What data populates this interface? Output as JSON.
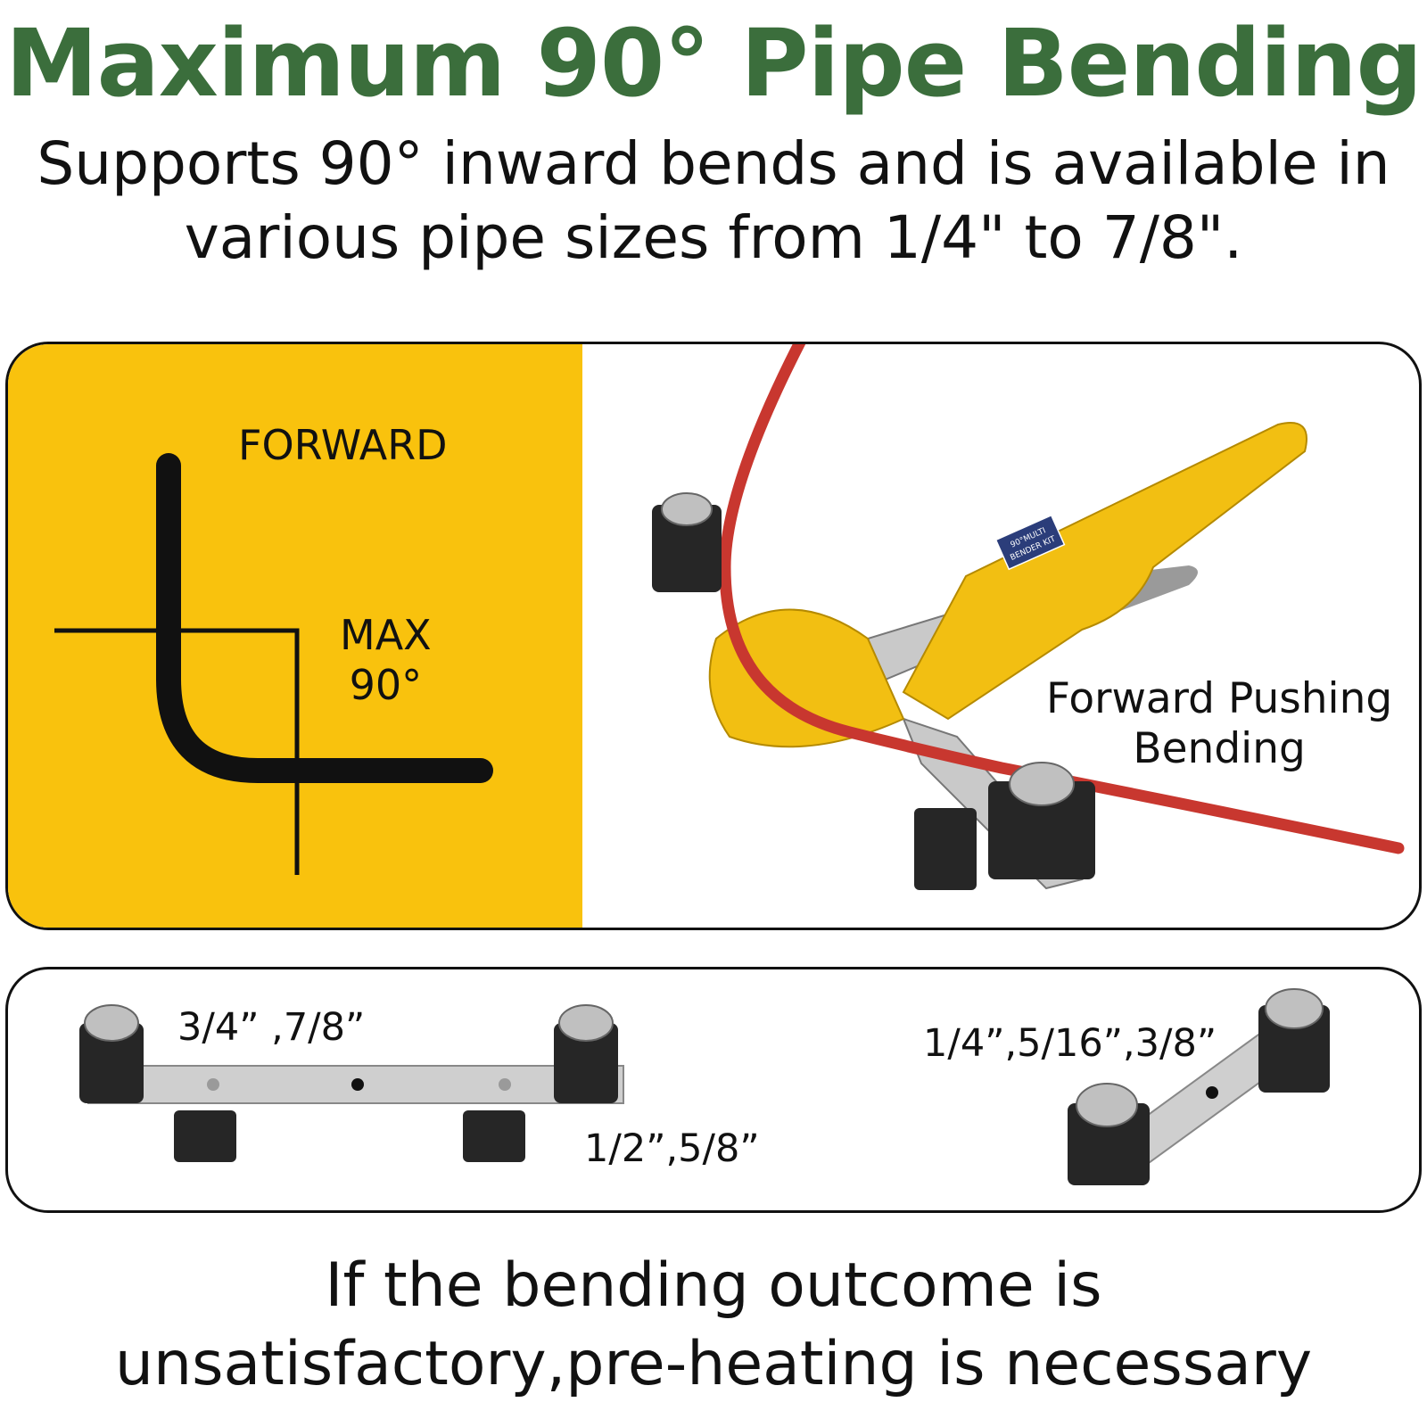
{
  "title": "Maximum 90° Pipe Bending",
  "subtitle": {
    "line1": "Supports 90° inward bends and is available in",
    "line2": "various pipe sizes from 1/4\" to 7/8\"."
  },
  "diagram": {
    "forward_label": "FORWARD",
    "max_label_line1": "MAX",
    "max_label_line2": "90°"
  },
  "product": {
    "tool_badge_line1": "90°MULTI",
    "tool_badge_line2": "BENDER KIT",
    "caption_line1": "Forward Pushing",
    "caption_line2": "Bending"
  },
  "adapters": {
    "large_sizes": "3/4” ,7/8”",
    "medium_sizes": "1/2”,5/8”",
    "small_sizes": "1/4”,5/16”,3/8”"
  },
  "footer": {
    "line1": "If the bending outcome is",
    "line2": "unsatisfactory,pre-heating is necessary"
  },
  "colors": {
    "title_green": "#3b6e3c",
    "panel_yellow": "#f9c20d",
    "tool_yellow": "#f2bf12",
    "pipe_red": "#c8372f"
  }
}
